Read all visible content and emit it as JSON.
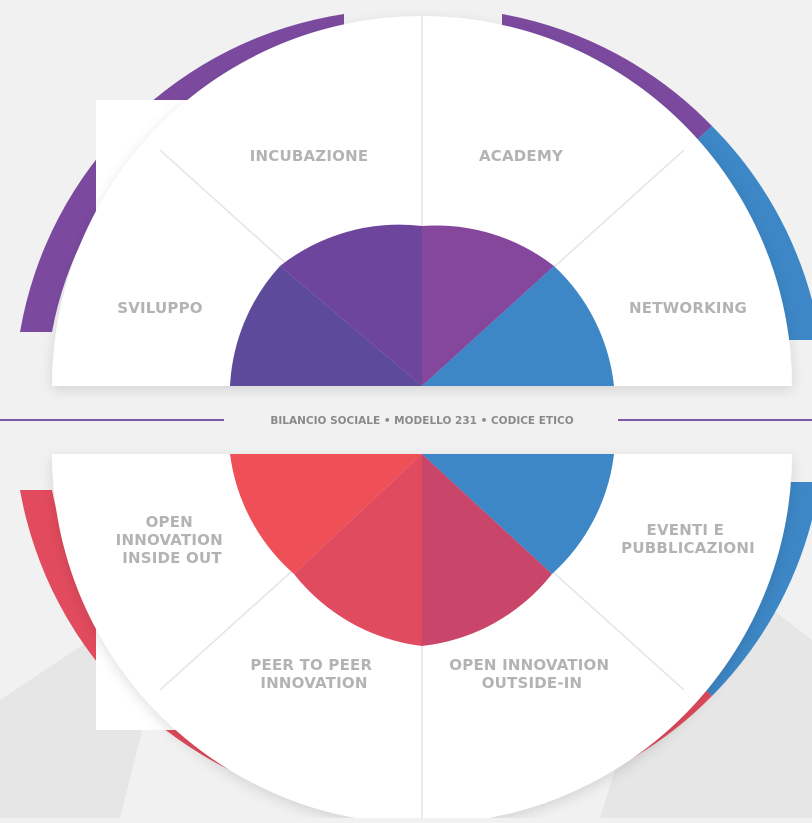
{
  "colors": {
    "background": "#f1f1f1",
    "card": "#ffffff",
    "purple": "#7b4a9f",
    "purple_dark": "#6a4699",
    "blue": "#3d87c6",
    "red": "#e24b5d",
    "coral": "#ef5058",
    "divider_line": "#7b5aa6",
    "label": "#b3b3b3"
  },
  "top_half": {
    "segments": [
      {
        "label_lines": [
          "SVILUPPO"
        ],
        "color_name": "purple"
      },
      {
        "label_lines": [
          "INCUBAZIONE"
        ],
        "color_name": "purple"
      },
      {
        "label_lines": [
          "ACADEMY"
        ],
        "color_name": "purple"
      },
      {
        "label_lines": [
          "NETWORKING"
        ],
        "color_name": "blue"
      }
    ]
  },
  "divider": {
    "text": "BILANCIO SOCIALE • MODELLO 231 • CODICE ETICO"
  },
  "bottom_half": {
    "segments": [
      {
        "label_lines": [
          "OPEN",
          "INNOVATION",
          "INSIDE OUT"
        ],
        "color_name": "coral"
      },
      {
        "label_lines": [
          "PEER TO PEER",
          "INNOVATION"
        ],
        "color_name": "red"
      },
      {
        "label_lines": [
          "OPEN INNOVATION",
          "OUTSIDE-IN"
        ],
        "color_name": "red"
      },
      {
        "label_lines": [
          "EVENTI E",
          "PUBBLICAZIONI"
        ],
        "color_name": "blue"
      }
    ]
  }
}
